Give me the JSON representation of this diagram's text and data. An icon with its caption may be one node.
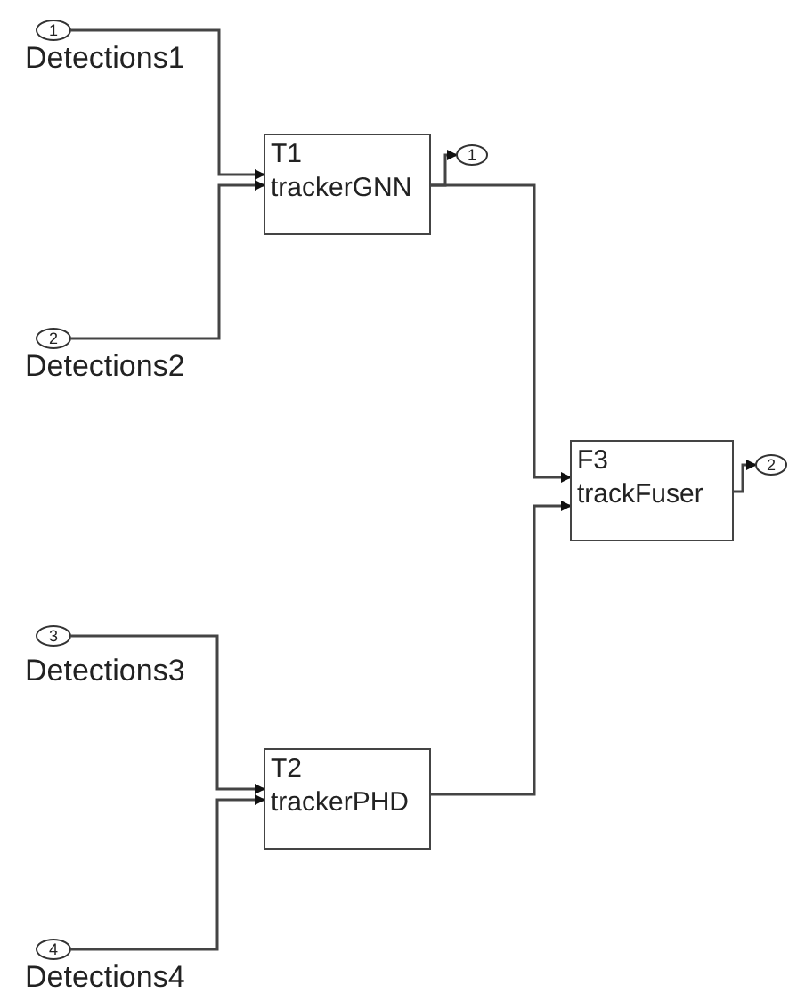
{
  "diagram": {
    "nodes": [
      {
        "text": [
          "1"
        ],
        "beside": [
          "Detections1"
        ]
      },
      {
        "text": [
          "T1",
          "trackerGNN"
        ]
      },
      {
        "text": [
          "1"
        ]
      },
      {
        "text": [
          "2"
        ],
        "beside": [
          "Detections2"
        ]
      },
      {
        "text": [
          "F3",
          "trackFuser"
        ]
      },
      {
        "text": [
          "2"
        ]
      },
      {
        "text": [
          "3"
        ],
        "beside": [
          "Detections3"
        ]
      },
      {
        "text": [
          "T2",
          "trackerPHD"
        ]
      },
      {
        "text": [
          "4"
        ],
        "beside": [
          "Detections4"
        ]
      }
    ],
    "edges": [
      {
        "from": 0,
        "to": 1,
        "arrow": "to"
      },
      {
        "from": 3,
        "to": 1,
        "arrow": "to"
      },
      {
        "from": 1,
        "to": 2,
        "arrow": "to"
      },
      {
        "from": 1,
        "to": 4,
        "arrow": "to"
      },
      {
        "from": 7,
        "to": 4,
        "arrow": "to"
      },
      {
        "from": 4,
        "to": 5,
        "arrow": "to"
      },
      {
        "from": 6,
        "to": 7,
        "arrow": "to"
      },
      {
        "from": 8,
        "to": 7,
        "arrow": "to"
      }
    ]
  }
}
